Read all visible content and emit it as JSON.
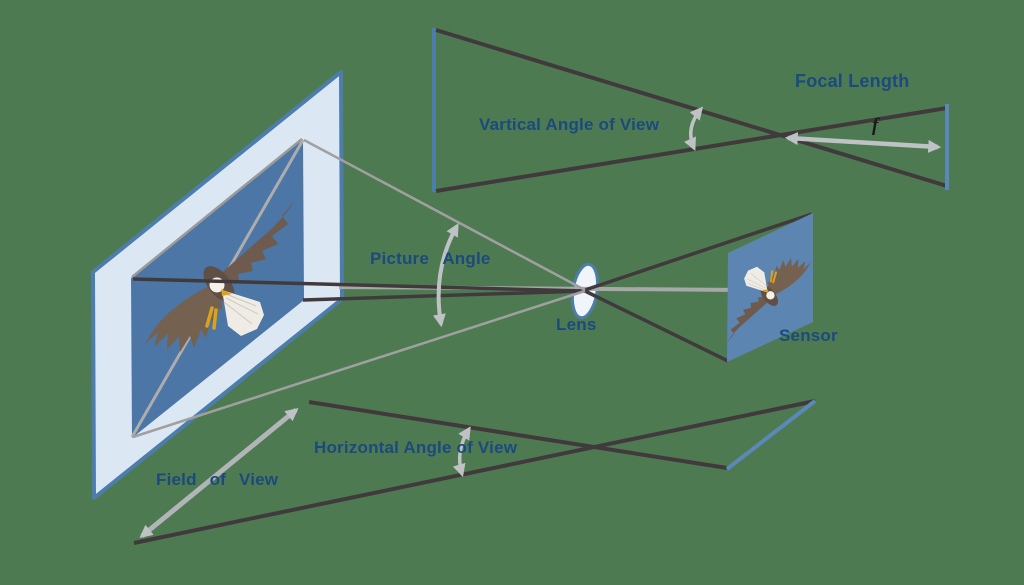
{
  "diagram": {
    "title": "Angle of view and focal length camera diagram",
    "labels": {
      "focal_length": "Focal Length",
      "focal_symbol": "f",
      "vertical_angle": "Vartical Angle of View",
      "picture_angle": "Picture Angle",
      "lens": "Lens",
      "sensor": "Sensor",
      "horizontal_angle": "Horizontal Angle of View",
      "field_of_view": "Field of View"
    },
    "colors": {
      "background": "#4E7A52",
      "label_text": "#1B4A7E",
      "dark_line": "#413A3D",
      "gray_ray": "#A0A0A0",
      "light_arrow": "#BFC2C4",
      "plane_border": "#4D7DAD",
      "plane_fill": "#DBE7F2",
      "image_area_fill": "#4B76A5",
      "sensor_fill": "#5D85B2",
      "lens_fill": "#EFF5FB"
    }
  }
}
